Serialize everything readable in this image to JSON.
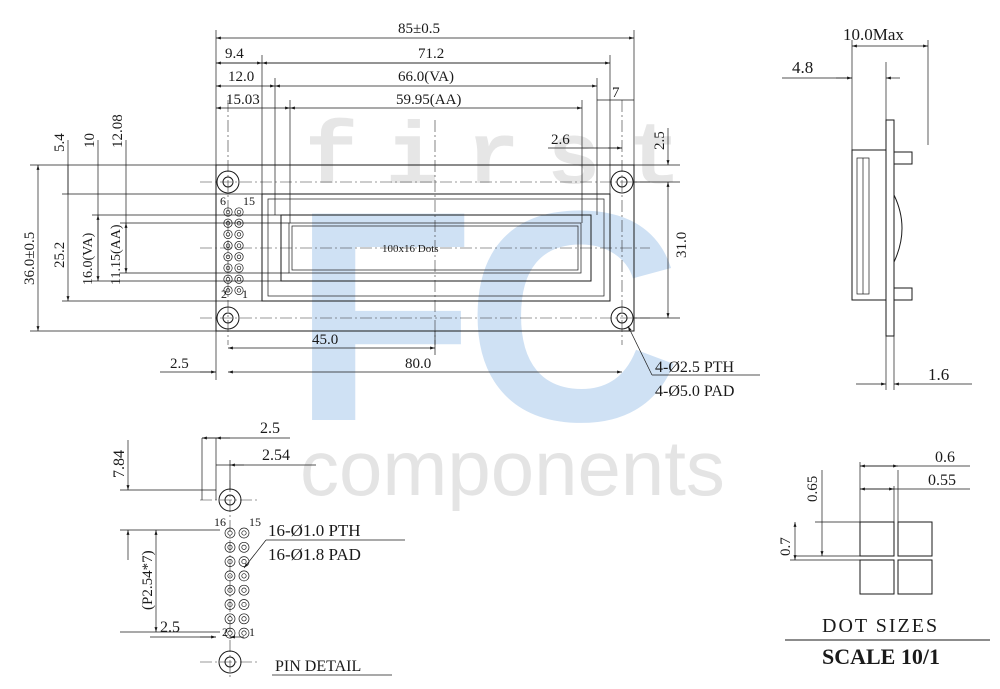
{
  "watermark": {
    "top_word": "first",
    "logo": "FC",
    "bottom_word": "components"
  },
  "front_view": {
    "dims": {
      "overall_width": "85±0.5",
      "d_9_4": "9.4",
      "d_71_2": "71.2",
      "d_12_0": "12.0",
      "va_width": "66.0(VA)",
      "d_7": "7",
      "d_15_03": "15.03",
      "aa_width": "59.95(AA)",
      "d_2_6": "2.6",
      "d_2_5_right": "2.5",
      "d_31_0": "31.0",
      "d_5_4": "5.4",
      "d_10": "10",
      "d_12_08": "12.08",
      "overall_height": "36.0±0.5",
      "d_25_2": "25.2",
      "va_height": "16.0(VA)",
      "aa_height": "11.15(AA)",
      "d_45_0": "45.0",
      "d_80_0": "80.0",
      "d_2_5_left": "2.5"
    },
    "display_label": "100x16 Dots",
    "pin_labels": {
      "p6": "6",
      "p15": "15",
      "p2": "2",
      "p1": "1"
    },
    "hole_note_1": "4-Ø2.5 PTH",
    "hole_note_2": "4-Ø5.0 PAD"
  },
  "side_view": {
    "max_thickness": "10.0Max",
    "d_4_8": "4.8",
    "d_1_6": "1.6"
  },
  "pin_detail": {
    "d_2_5_top": "2.5",
    "d_2_54": "2.54",
    "d_7_84": "7.84",
    "pitch": "(P2.54*7)",
    "d_2_5_left": "2.5",
    "pin_labels": {
      "p16": "16",
      "p15": "15",
      "p2": "2",
      "p1": "1"
    },
    "note_1": "16-Ø1.0 PTH",
    "note_2": "16-Ø1.8 PAD",
    "title": "PIN DETAIL"
  },
  "dot_sizes": {
    "d_0_6": "0.6",
    "d_0_55": "0.55",
    "d_0_65": "0.65",
    "d_0_7": "0.7",
    "title": "DOT SIZES",
    "scale": "SCALE 10/1"
  }
}
